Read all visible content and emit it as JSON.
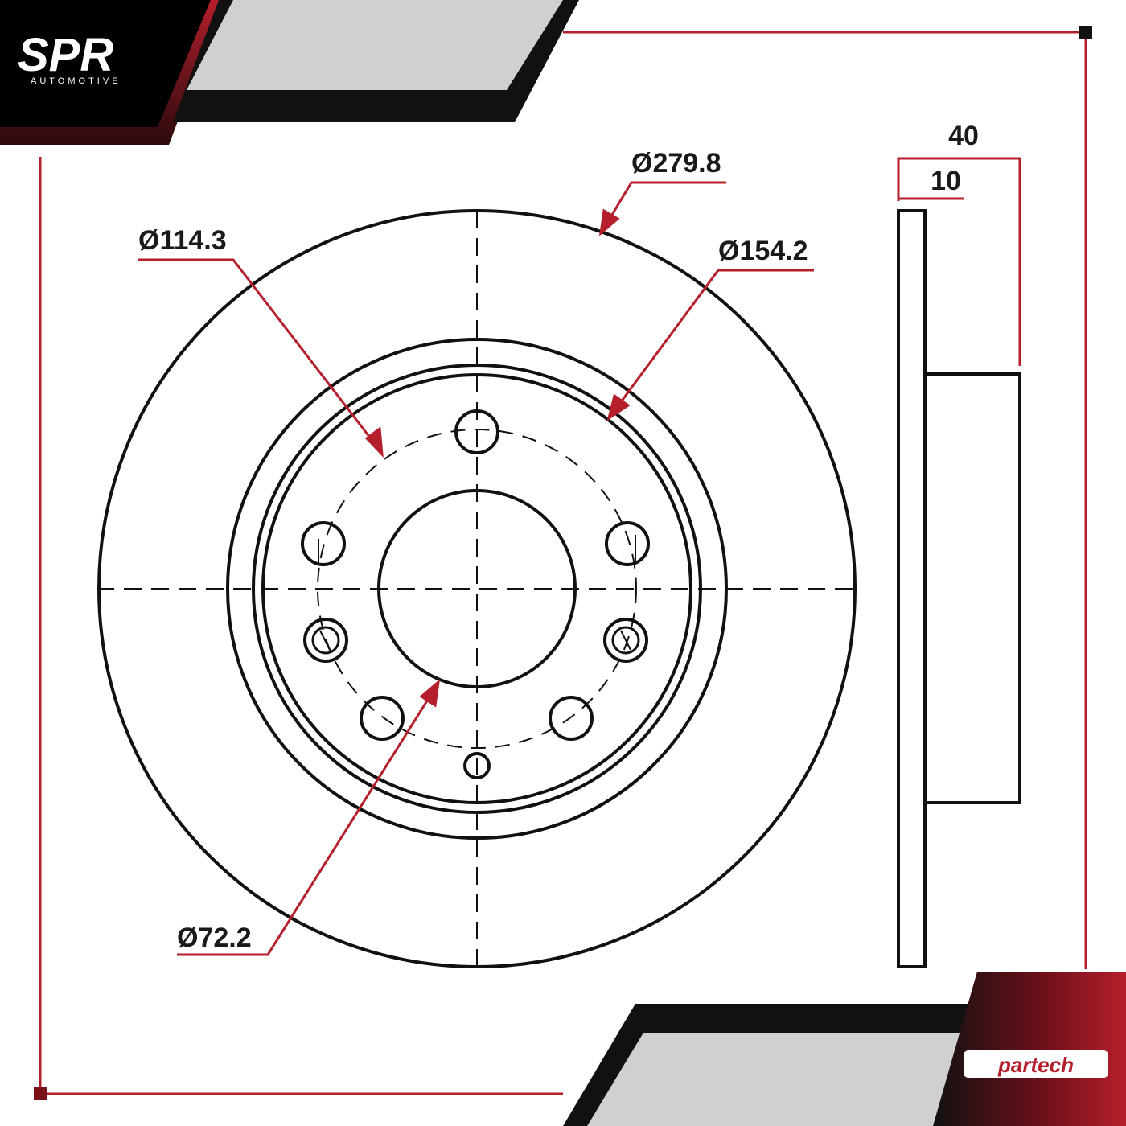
{
  "brand": {
    "logo_main": "SPR",
    "logo_sub": "AUTOMOTIVE",
    "partner_logo": "partech"
  },
  "dimensions": {
    "outer_diameter": "Ø279.8",
    "bolt_circle": "Ø114.3",
    "hat_diameter": "Ø154.2",
    "center_bore": "Ø72.2",
    "total_height": "40",
    "disc_thickness": "10"
  },
  "colors": {
    "accent_red": "#b51f2b",
    "dark": "#111111",
    "light_grey": "#d0d0d0"
  }
}
